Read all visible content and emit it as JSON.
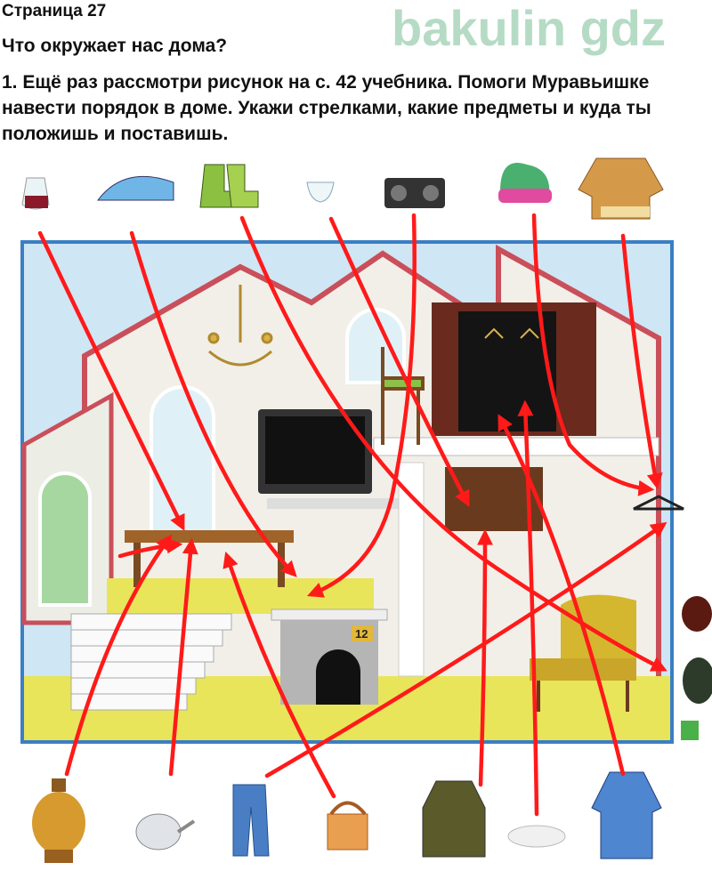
{
  "page_label": "Страница 27",
  "heading": "Что окружает нас дома?",
  "task": {
    "number": "1.",
    "text": "Ещё раз рассмотри рисунок на с. 42 учебника. Помоги Муравьишке навести порядок в доме. Укажи стрелками, какие предметы и куда ты положишь и поставишь."
  },
  "illustration": {
    "fireplace_number": "12",
    "top_items": [
      "jug-icon",
      "iron-icon",
      "boots-icon",
      "cup-icon",
      "radio-icon",
      "hat-icon",
      "fur-coat-icon"
    ],
    "bottom_items": [
      "samovar-icon",
      "teapot-icon",
      "trousers-icon",
      "kettle-icon",
      "coat-icon",
      "plate-icon",
      "robe-icon"
    ],
    "arrow_color": "#ff1a1a"
  },
  "watermark": "bakulin gdz"
}
